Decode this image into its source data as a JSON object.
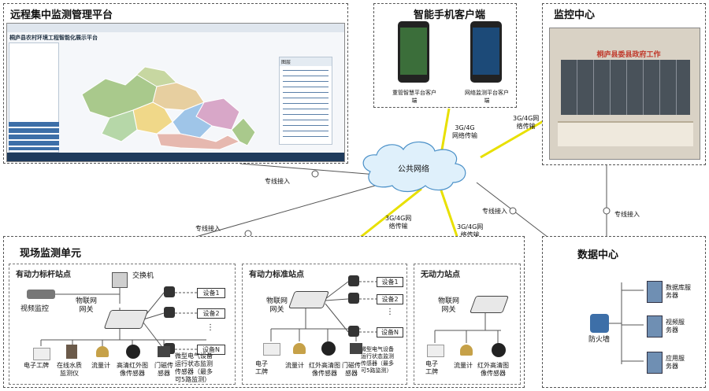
{
  "platform": {
    "title": "远程集中监测管理平台",
    "app_title": "桐庐县农村环境工程智能化展示平台",
    "layer_panel_label": "图层"
  },
  "mobile": {
    "title": "智能手机客户端",
    "phone1_label": "重管智慧平台客户端",
    "phone2_label": "网络监测平台客户端"
  },
  "monitor_center": {
    "title": "监控中心",
    "banner": "桐庐县委县政府工作"
  },
  "cloud": {
    "label": "公共网络"
  },
  "links": {
    "dedicated_left": "专线接入",
    "dedicated_mid": "专线接入",
    "net_34g_phone": "3G/4G\n网络传输",
    "net_34g_center": "3G/4G网\n络传输",
    "net_34g_site": "3G/4G网\n络传输",
    "dedicated_right": "专线接入",
    "dedicated_data": "专线接入"
  },
  "field_unit": {
    "title": "现场监测单元",
    "site1": {
      "title": "有动力标杆站点",
      "switch": "交换机",
      "gateway": "物联网\n网关",
      "camera": "视频监控",
      "devices": [
        "设备1",
        "设备2",
        "⋮",
        "设备N"
      ],
      "note": "微型电气设备\n运行状态监测\n传感器（最多\n可5路监测）",
      "sensors": [
        "电子工牌",
        "在线水质\n监测仪",
        "流量计",
        "高清红外图\n像传感器",
        "门磁传\n感器"
      ]
    },
    "site2": {
      "title": "有动力标准站点",
      "gateway": "物联网\n网关",
      "devices": [
        "设备1",
        "设备2",
        "⋮",
        "设备N"
      ],
      "note": "微型电气设备\n运行状态监测\n传感器（最多\n可5路监测）",
      "sensors": [
        "电子\n工牌",
        "流量计",
        "红外高清图\n像传感器",
        "门磁传\n感器"
      ]
    },
    "site3": {
      "title": "无动力站点",
      "gateway": "物联网\n网关",
      "sensors": [
        "电子\n工牌",
        "流量计",
        "红外高清图\n像传感器"
      ]
    }
  },
  "data_center": {
    "title": "数据中心",
    "firewall": "防火墙",
    "servers": [
      "数据库服\n务器",
      "视频服\n务器",
      "应用服\n务器"
    ]
  },
  "colors": {
    "cloud_fill": "#dff0fb",
    "cloud_stroke": "#4a90c8",
    "link_yellow": "#e8e000",
    "link_gray": "#666666",
    "map_regions": [
      "#a9c98c",
      "#c7d7a1",
      "#e7cfa0",
      "#d8a7c8",
      "#9fc5e8",
      "#f0d889",
      "#b6d7a8",
      "#e6b8af"
    ]
  }
}
